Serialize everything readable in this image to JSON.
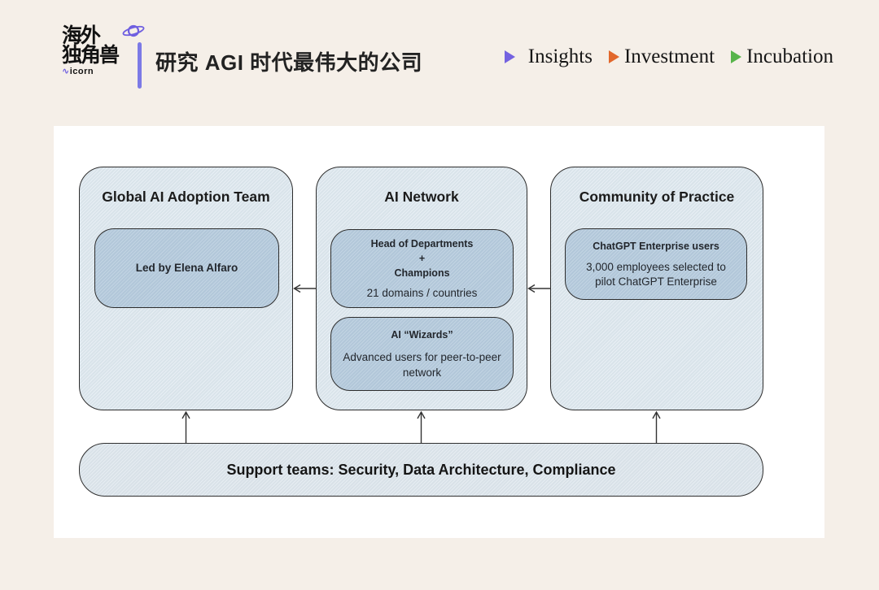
{
  "header": {
    "logo": {
      "cjk_line1": "海外",
      "cjk_line2": "独角兽",
      "wordmark_squiggle": "∿",
      "wordmark_text": "icorn"
    },
    "tagline": "研究 AGI 时代最伟大的公司",
    "nav": [
      {
        "label": "Insights",
        "marker_color": "#7462e0"
      },
      {
        "label": "Investment",
        "marker_color": "#e2672b"
      },
      {
        "label": "Incubation",
        "marker_color": "#57b44a"
      }
    ]
  },
  "diagram": {
    "columns": [
      {
        "title": "Global AI Adoption Team",
        "card": {
          "title": "Led by Elena Alfaro"
        }
      },
      {
        "title": "AI Network",
        "card1": {
          "line1": "Head of Departments",
          "line2": "+",
          "line3": "Champions",
          "subtitle": "21 domains / countries"
        },
        "card2": {
          "title": "AI “Wizards”",
          "subtitle": "Advanced users for peer-to-peer network"
        }
      },
      {
        "title": "Community of Practice",
        "card": {
          "title": "ChatGPT Enterprise users",
          "subtitle": "3,000 employees selected to pilot ChatGPT Enterprise"
        }
      }
    ],
    "support_bar": "Support teams: Security, Data Architecture, Compliance"
  },
  "colors": {
    "page_background": "#f5efe8",
    "canvas_background": "#ffffff",
    "box_fill": "#dce7ee",
    "inner_card_fill": "#b5cbdd",
    "outline": "#2d2d2d",
    "logo_accent": "#6f5fe0",
    "separator_bar": "#7c7ae6",
    "nav_insights_marker": "#7462e0",
    "nav_investment_marker": "#e2672b",
    "nav_incubation_marker": "#57b44a"
  }
}
